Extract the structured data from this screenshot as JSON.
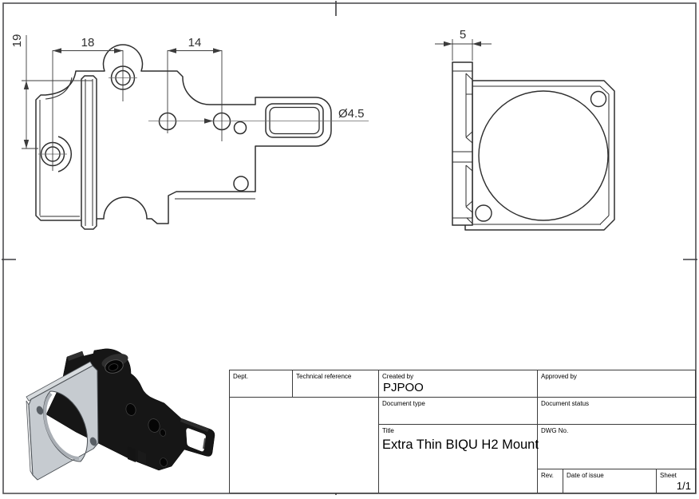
{
  "drawing": {
    "front_view": {
      "dim_19": "19",
      "dim_18": "18",
      "dim_14": "14",
      "dim_diameter": "Ø4.5"
    },
    "side_view": {
      "dim_thickness": "5"
    }
  },
  "title_block": {
    "dept_label": "Dept.",
    "technical_reference_label": "Technical reference",
    "created_by_label": "Created by",
    "created_by_value": "PJPOO",
    "approved_by_label": "Approved by",
    "document_type_label": "Document type",
    "document_status_label": "Document status",
    "title_label": "Title",
    "title_value": "Extra Thin BIQU H2 Mount",
    "dwg_no_label": "DWG No.",
    "rev_label": "Rev.",
    "date_of_issue_label": "Date of issue",
    "sheet_label": "Sheet",
    "sheet_value": "1/1"
  },
  "colors": {
    "part_line": "#2e2e2e",
    "dim_line": "#3c3c3c",
    "frame": "#4f4f52",
    "iso_plate_gray": "#c6cbd0",
    "iso_black": "#161616"
  }
}
